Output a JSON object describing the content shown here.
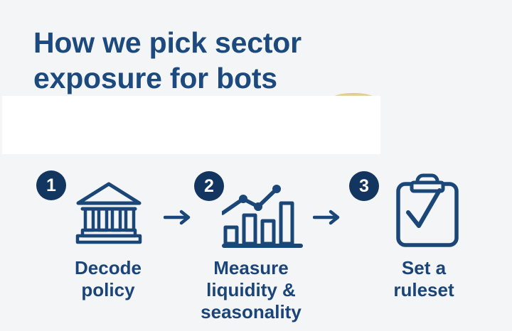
{
  "colors": {
    "background": "#f4f5f6",
    "title_navy": "#1c4a7e",
    "label_navy": "#1b4578",
    "icon_stroke_navy": "#1a4678",
    "badge_fill_navy": "#12365f",
    "badge_number_white": "#ffffff",
    "redaction_white": "#ffffff",
    "gold_sliver": "#e6d39a"
  },
  "title": {
    "lines": [
      "How we pick sector",
      "exposure for bots"
    ]
  },
  "steps": [
    {
      "number": "1",
      "icon": "bank-icon",
      "label_lines": [
        "Decode",
        "policy"
      ]
    },
    {
      "number": "2",
      "icon": "bar-chart-trend-icon",
      "label_lines": [
        "Measure",
        "liquidity &",
        "seasonality"
      ]
    },
    {
      "number": "3",
      "icon": "clipboard-check-icon",
      "label_lines": [
        "Set a",
        "ruleset"
      ]
    }
  ],
  "arrows": {
    "between_1_2": "right-arrow",
    "between_2_3": "right-arrow"
  }
}
